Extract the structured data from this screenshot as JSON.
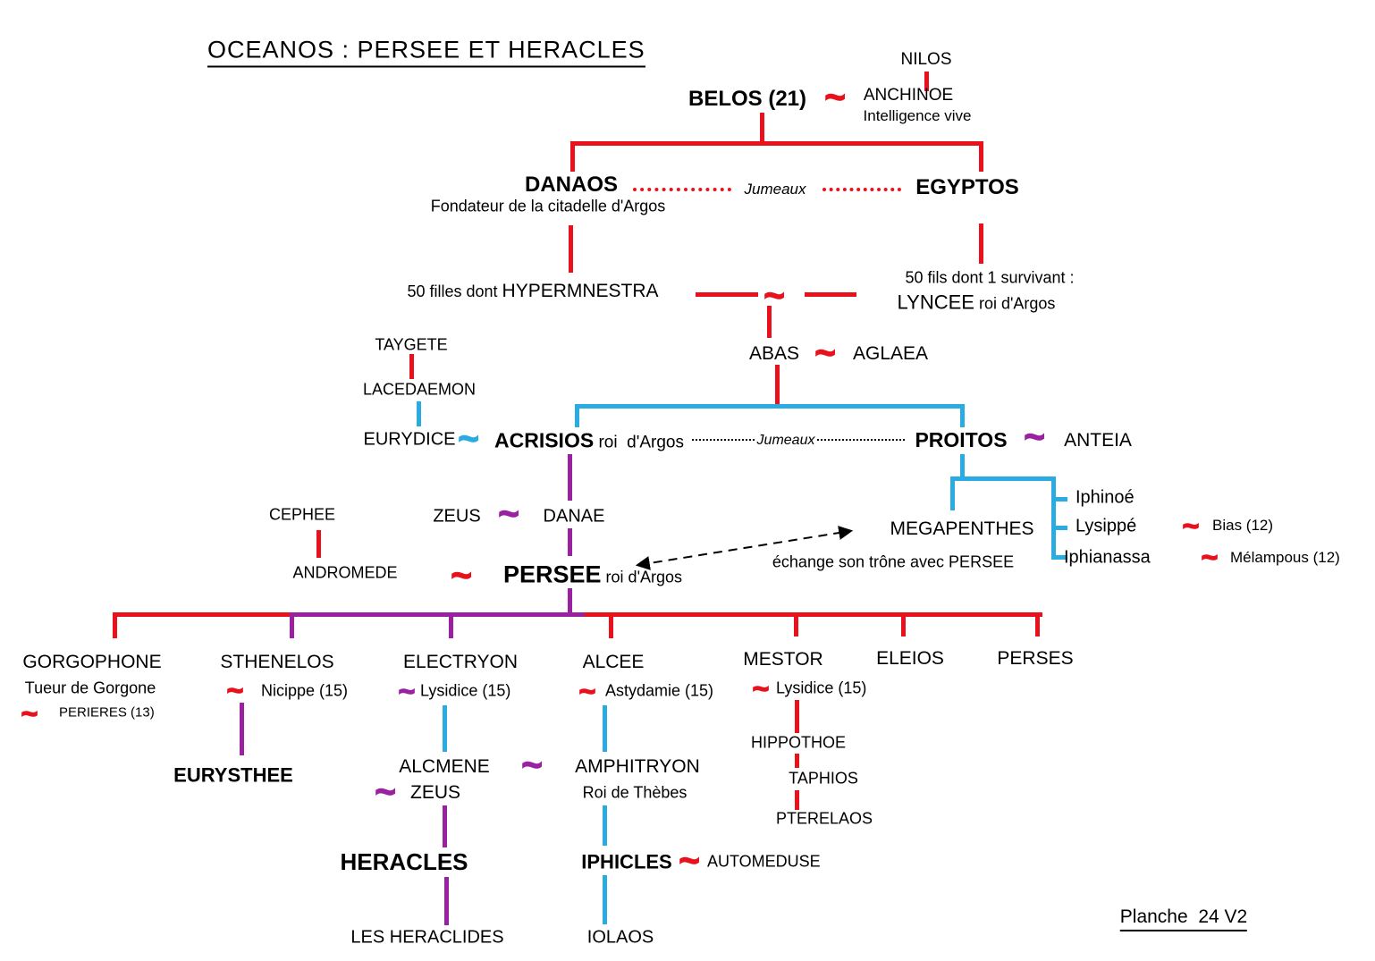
{
  "title": "OCEANOS : PERSEE ET HERACLES",
  "plate_label": "Planche  24 V2",
  "colors": {
    "red": "#e8111c",
    "blue": "#2aabe2",
    "purple": "#9a22a0",
    "black": "#000000"
  },
  "icons": {
    "tilde": "~"
  },
  "names": {
    "nilos": "NILOS",
    "belos": "BELOS (21)",
    "anchinoe": "ANCHINOE",
    "anchinoe_note": "Intelligence vive",
    "danaos": "DANAOS",
    "danaos_note": "Fondateur de la citadelle d'Argos",
    "jumeaux": "Jumeaux",
    "egyptos": "EGYPTOS",
    "filles_prefix": "50 filles dont ",
    "hypermnestra": "HYPERMNESTRA",
    "fils_note": "50 fils dont 1 survivant :",
    "lyncee": "LYNCEE",
    "lyncee_suffix": " roi d'Argos",
    "abas": "ABAS",
    "aglaea": "AGLAEA",
    "taygete": "TAYGETE",
    "lacedaemon": "LACEDAEMON",
    "eurydice": "EURYDICE",
    "acrisios": "ACRISIOS",
    "acrisios_suffix": " roi  d'Argos",
    "proitos": "PROITOS",
    "anteia": "ANTEIA",
    "cephee": "CEPHEE",
    "zeus": "ZEUS",
    "danae": "DANAE",
    "andromede": "ANDROMEDE",
    "persee": "PERSEE",
    "persee_suffix": " roi d'Argos",
    "megapenthes": "MEGAPENTHES",
    "echange_note": "échange son trône avec PERSEE",
    "iphinoe": "Iphinoé",
    "lysippe": "Lysippé",
    "bias": "Bias (12)",
    "iphianassa": "Iphianassa",
    "melampous": "Mélampous (12)",
    "gorgophone": "GORGOPHONE",
    "gorgophone_note": "Tueur de Gorgone",
    "perieres": "PERIERES (13)",
    "sthenelos": "STHENELOS",
    "nicippe": "Nicippe (15)",
    "electryon": "ELECTRYON",
    "lysidice": "Lysidice (15)",
    "alcee": "ALCEE",
    "astydamie": "Astydamie (15)",
    "mestor": "MESTOR",
    "eleios": "ELEIOS",
    "perses": "PERSES",
    "eurysthee": "EURYSTHEE",
    "alcmene": "ALCMENE",
    "amphitryon": "AMPHITRYON",
    "amphitryon_note": "Roi de Thèbes",
    "hippothoe": "HIPPOTHOE",
    "taphios": "TAPHIOS",
    "pterelaos": "PTERELAOS",
    "heracles": "HERACLES",
    "iphicles": "IPHICLES",
    "automeduse": "AUTOMEDUSE",
    "heraclides": "LES HERACLIDES",
    "iolaos": "IOLAOS"
  }
}
